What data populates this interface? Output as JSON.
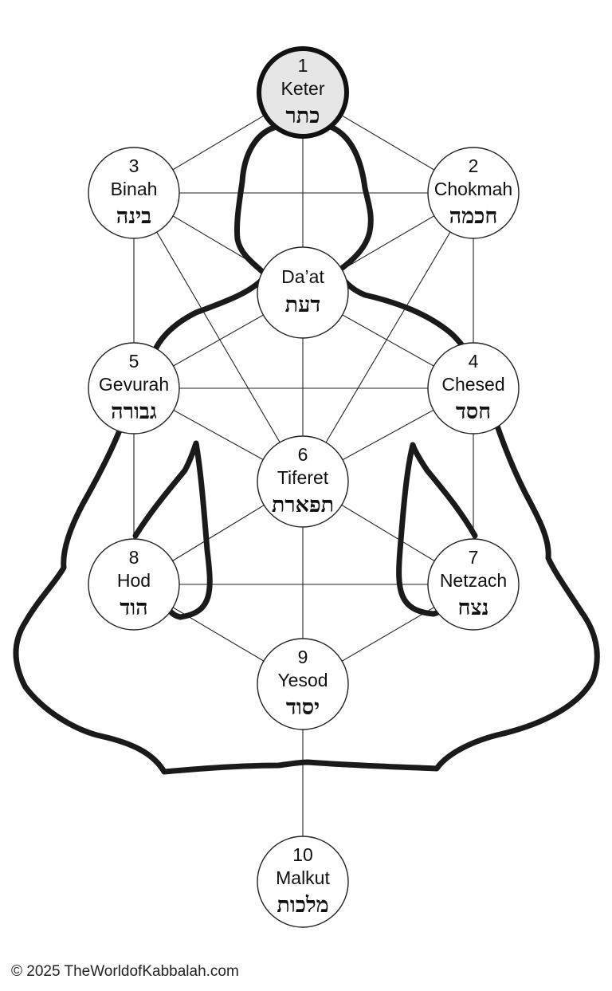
{
  "sefirot": [
    {
      "id": "keter",
      "number": "1",
      "name": "Keter",
      "hebrew": "כתר",
      "highlight": true
    },
    {
      "id": "chokmah",
      "number": "2",
      "name": "Chokmah",
      "hebrew": "חכמה",
      "highlight": false
    },
    {
      "id": "binah",
      "number": "3",
      "name": "Binah",
      "hebrew": "בינה",
      "highlight": false
    },
    {
      "id": "daat",
      "number": "",
      "name": "Da’at",
      "hebrew": "דעת",
      "highlight": false
    },
    {
      "id": "chesed",
      "number": "4",
      "name": "Chesed",
      "hebrew": "חסד",
      "highlight": false
    },
    {
      "id": "gevurah",
      "number": "5",
      "name": "Gevurah",
      "hebrew": "גבורה",
      "highlight": false
    },
    {
      "id": "tiferet",
      "number": "6",
      "name": "Tiferet",
      "hebrew": "תפארת",
      "highlight": false
    },
    {
      "id": "netzach",
      "number": "7",
      "name": "Netzach",
      "hebrew": "נצח",
      "highlight": false
    },
    {
      "id": "hod",
      "number": "8",
      "name": "Hod",
      "hebrew": "הוד",
      "highlight": false
    },
    {
      "id": "yesod",
      "number": "9",
      "name": "Yesod",
      "hebrew": "יסוד",
      "highlight": false
    },
    {
      "id": "malkut",
      "number": "10",
      "name": "Malkut",
      "hebrew": "מלכות",
      "highlight": false
    }
  ],
  "paths": [
    [
      "keter",
      "binah"
    ],
    [
      "keter",
      "chokmah"
    ],
    [
      "keter",
      "daat"
    ],
    [
      "binah",
      "chokmah"
    ],
    [
      "binah",
      "daat"
    ],
    [
      "chokmah",
      "daat"
    ],
    [
      "binah",
      "gevurah"
    ],
    [
      "chokmah",
      "chesed"
    ],
    [
      "binah",
      "tiferet"
    ],
    [
      "chokmah",
      "tiferet"
    ],
    [
      "daat",
      "gevurah"
    ],
    [
      "daat",
      "chesed"
    ],
    [
      "daat",
      "tiferet"
    ],
    [
      "gevurah",
      "chesed"
    ],
    [
      "gevurah",
      "tiferet"
    ],
    [
      "chesed",
      "tiferet"
    ],
    [
      "gevurah",
      "hod"
    ],
    [
      "chesed",
      "netzach"
    ],
    [
      "tiferet",
      "hod"
    ],
    [
      "tiferet",
      "netzach"
    ],
    [
      "tiferet",
      "yesod"
    ],
    [
      "hod",
      "netzach"
    ],
    [
      "hod",
      "yesod"
    ],
    [
      "netzach",
      "yesod"
    ],
    [
      "yesod",
      "malkut"
    ]
  ],
  "colors": {
    "line": "#222222",
    "outline": "#1a1a1a",
    "highlight_fill": "#e6e6e6"
  },
  "footer": {
    "copyright": "© 2025 TheWorldofKabbalah.com"
  }
}
